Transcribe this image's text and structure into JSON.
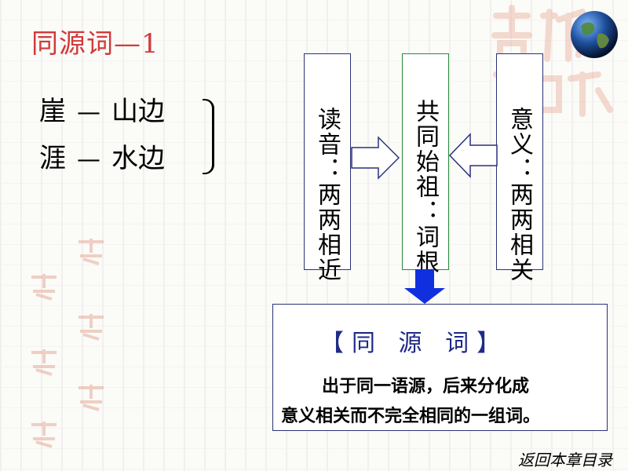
{
  "title": "同源词—1",
  "examples": [
    {
      "char": "崖",
      "dash": "—",
      "gloss": "山边"
    },
    {
      "char": "涯",
      "dash": "—",
      "gloss": "水边"
    }
  ],
  "diagram": {
    "left_box": "读音：两两相近",
    "middle_box": "共同始祖：词根",
    "right_box": "意义：两两相关"
  },
  "definition": {
    "heading": "【同 源 词】",
    "line1": "出于同一语源，后来分化成",
    "line2": "意义相关而不完全相同的一组词。"
  },
  "nav": {
    "back_label": "返回本章目录"
  },
  "colors": {
    "title": "#d23a3a",
    "box_border": "#29327a",
    "arrow_blue": "#1030e0",
    "heading_blue": "#1f2a88"
  }
}
